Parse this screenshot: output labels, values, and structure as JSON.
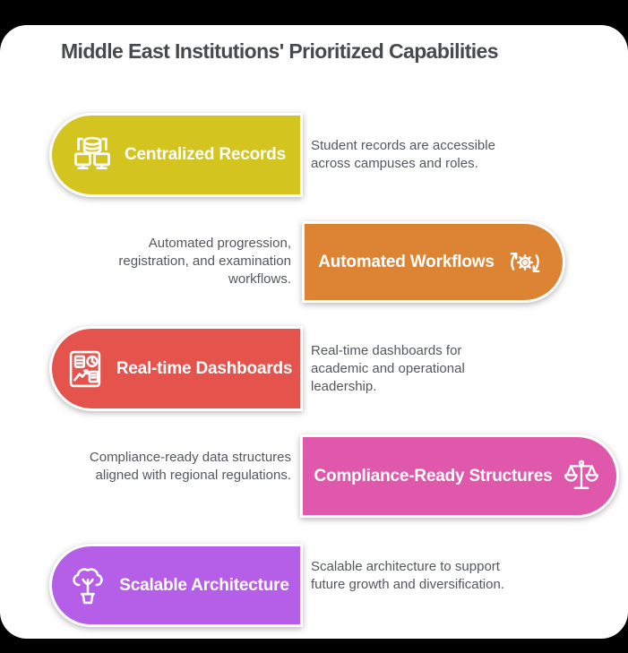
{
  "title": "Middle East Institutions' Prioritized Capabilities",
  "colors": {
    "page_background": "#000000",
    "canvas_background": "#ffffff",
    "title_text": "#47494c",
    "description_text": "#54585c",
    "card_text": "#ffffff"
  },
  "cards": [
    {
      "label": "Centralized Records",
      "description": "Student records are accessible across campuses and roles.",
      "color": "#d4c41f",
      "side": "left",
      "icon": "network-database-icon"
    },
    {
      "label": "Automated Workflows",
      "description": "Automated progression, registration, and examination workflows.",
      "color": "#dc8434",
      "side": "right",
      "icon": "gear-cycle-icon"
    },
    {
      "label": "Real-time Dashboards",
      "description": "Real-time dashboards for academic and operational leadership.",
      "color": "#e5534d",
      "side": "left",
      "icon": "dashboard-icon"
    },
    {
      "label": "Compliance-Ready Structures",
      "description": "Compliance-ready data structures aligned with regional regulations.",
      "color": "#df58ab",
      "side": "right",
      "icon": "scales-icon"
    },
    {
      "label": "Scalable Architecture",
      "description": "Scalable architecture to support future growth and diversification.",
      "color": "#b55ee7",
      "side": "left",
      "icon": "plant-growth-icon"
    }
  ]
}
